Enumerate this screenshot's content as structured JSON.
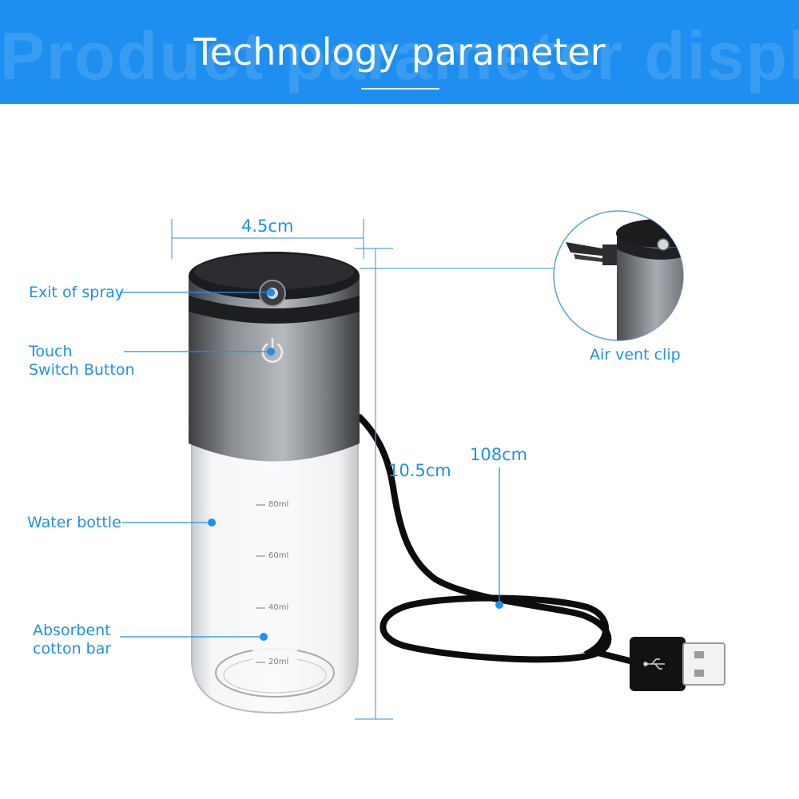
{
  "header": {
    "title": "Technology parameter",
    "watermark": "Product parameter display",
    "background": "#1e8ff0"
  },
  "dimensions": {
    "width": "4.5cm",
    "height": "10.5cm",
    "cable": "108cm"
  },
  "callouts": {
    "exit_of_spray": "Exit of spray",
    "touch_line1": "Touch",
    "touch_line2": "Switch Button",
    "water_bottle": "Water bottle",
    "absorbent_line1": "Absorbent",
    "absorbent_line2": "cotton bar",
    "air_vent_clip": "Air vent clip"
  },
  "bottle_scale": [
    "80ml",
    "60ml",
    "40ml",
    "20ml"
  ],
  "colors": {
    "accent": "#1e8ff0",
    "dimension_line": "#2a8ff0",
    "cap_metal": "#6b6e73",
    "cable": "#111111"
  },
  "icons": [
    "power-icon",
    "usb-icon"
  ]
}
